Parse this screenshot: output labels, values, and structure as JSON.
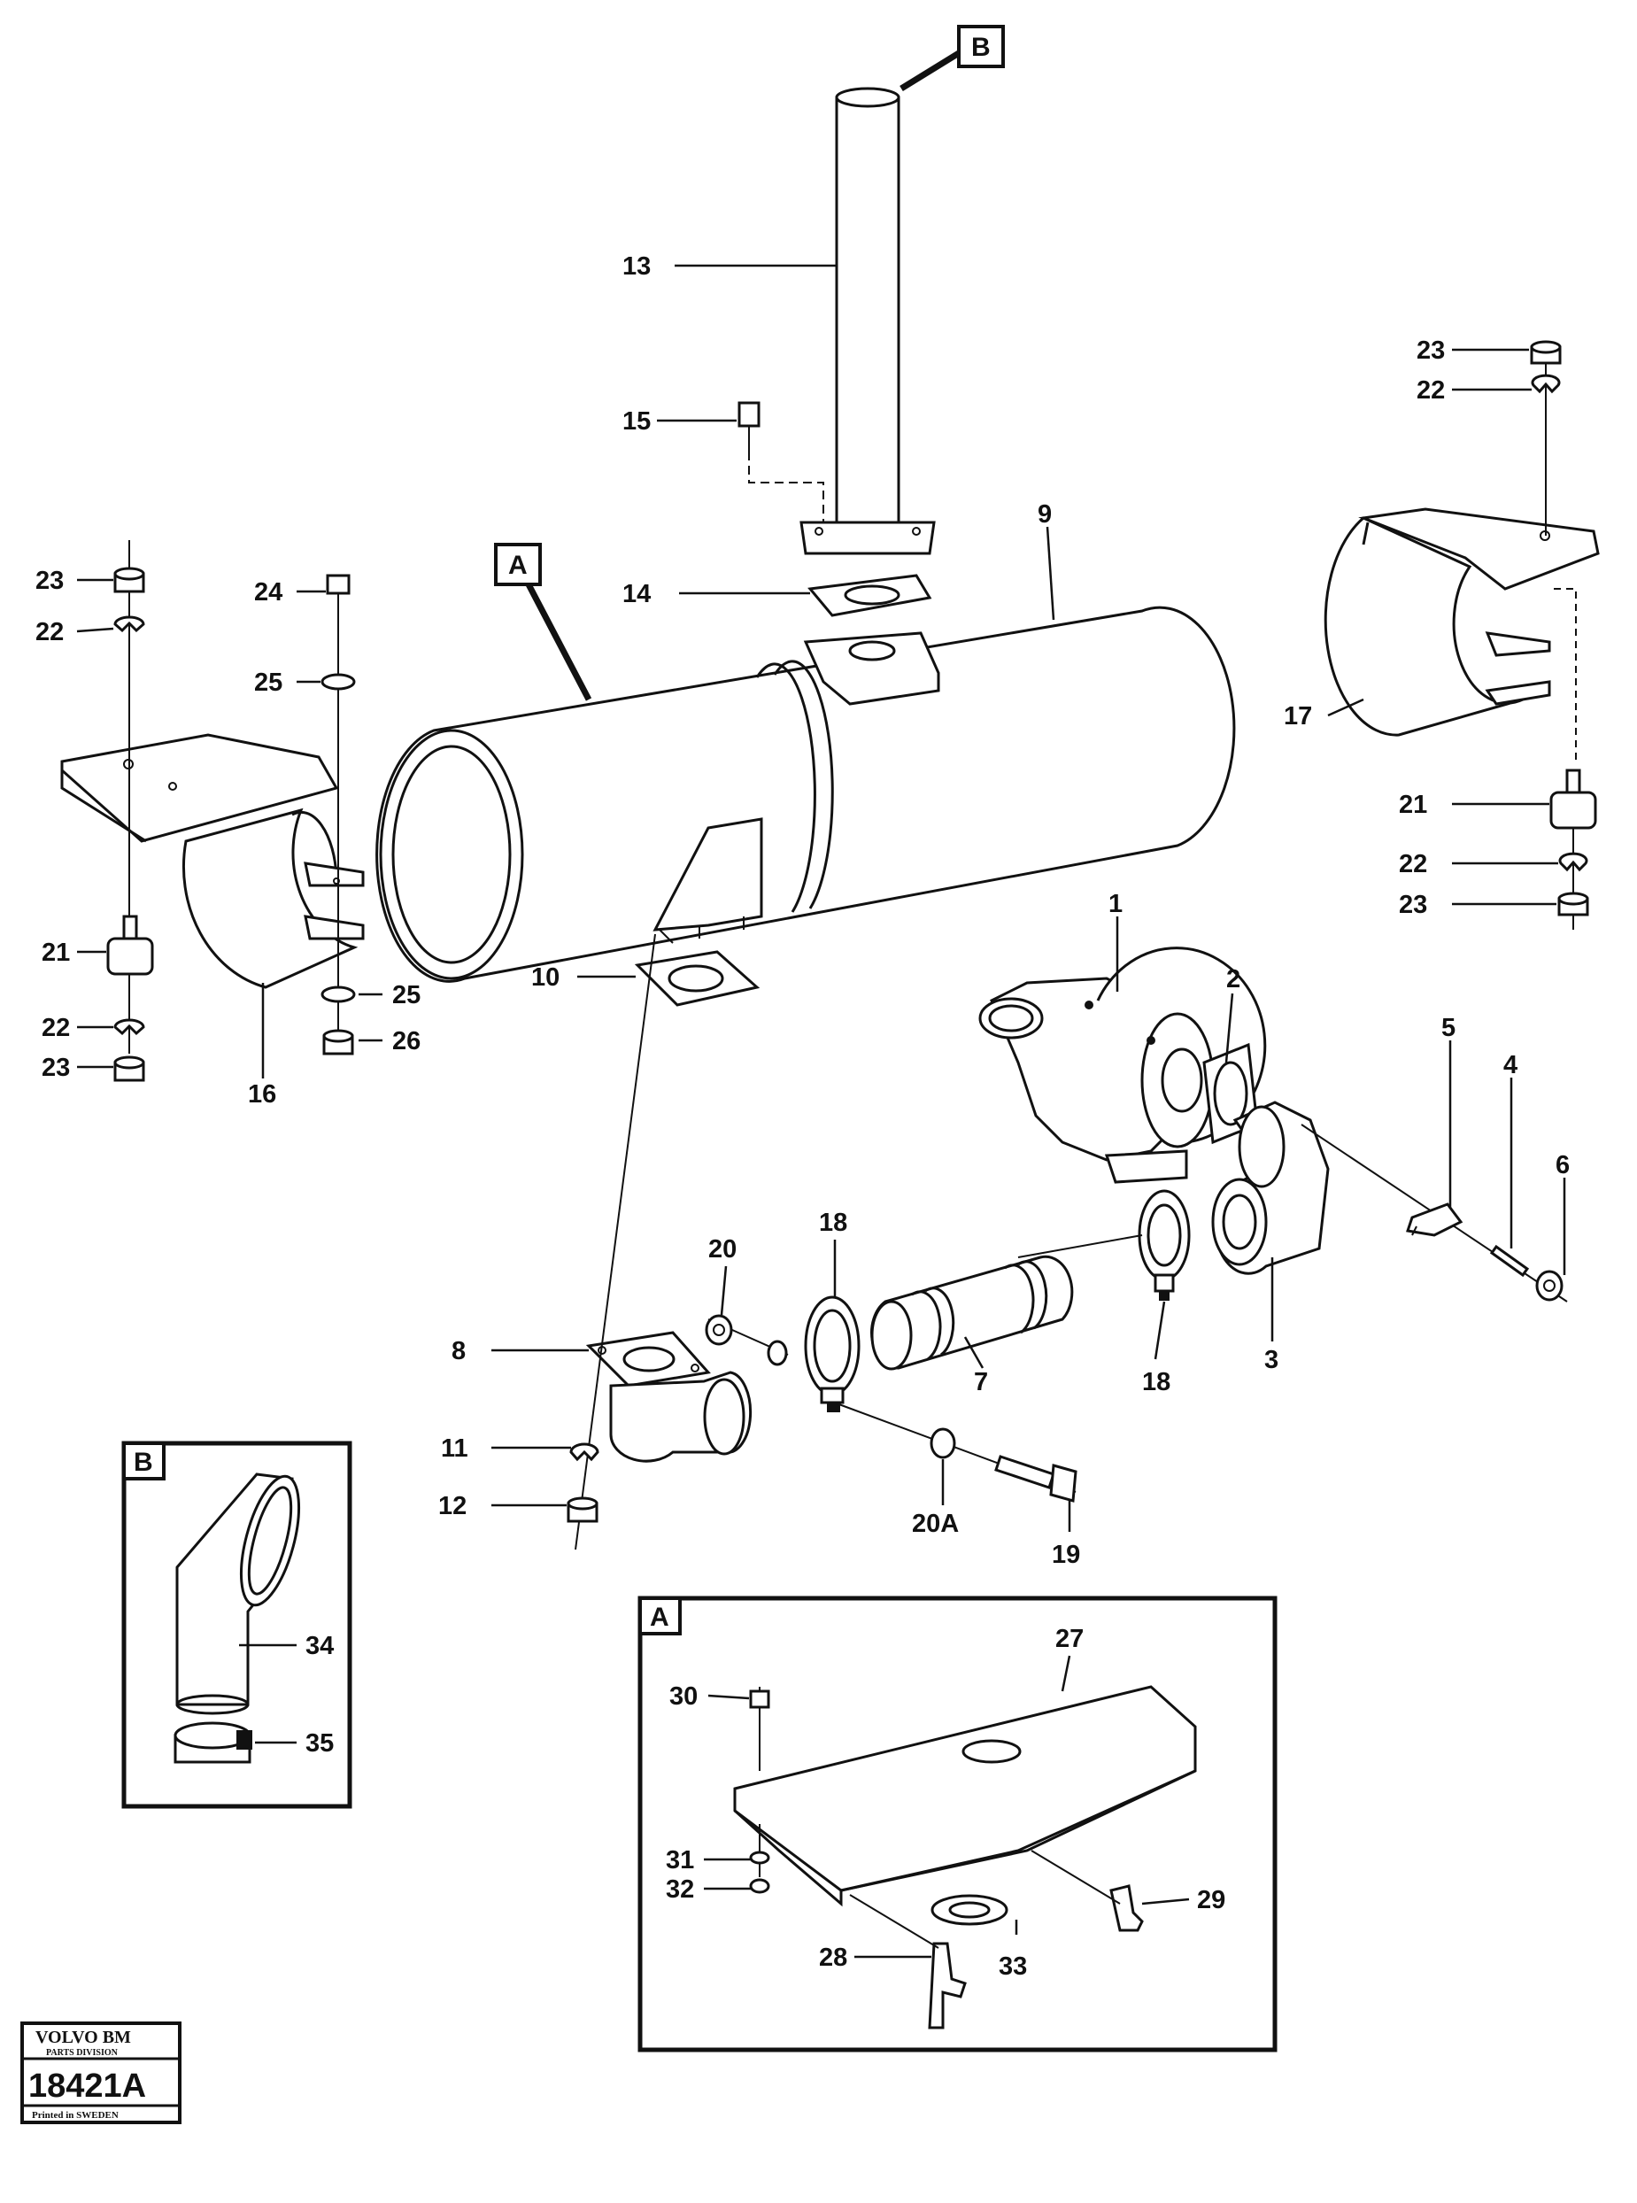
{
  "callouts": {
    "c1": "1",
    "c2": "2",
    "c3": "3",
    "c4": "4",
    "c5": "5",
    "c6": "6",
    "c7": "7",
    "c8": "8",
    "c9": "9",
    "c10": "10",
    "c11": "11",
    "c12": "12",
    "c13": "13",
    "c14": "14",
    "c15": "15",
    "c16": "16",
    "c17": "17",
    "c18a": "18",
    "c18b": "18",
    "c19": "19",
    "c20": "20",
    "c20a": "20A",
    "c21l": "21",
    "c21r": "21",
    "c22l_top": "22",
    "c22l_bot": "22",
    "c22r_top": "22",
    "c22r_bot": "22",
    "c23l_top": "23",
    "c23l_bot": "23",
    "c23r_top": "23",
    "c23r_bot": "23",
    "c24": "24",
    "c25_top": "25",
    "c25_bot": "25",
    "c26": "26",
    "c27": "27",
    "c28": "28",
    "c29": "29",
    "c30": "30",
    "c31": "31",
    "c32": "32",
    "c33": "33",
    "c34": "34",
    "c35": "35"
  },
  "refs": {
    "a_main": "A",
    "b_main": "B",
    "a_detail": "A",
    "b_detail": "B"
  },
  "stamp": {
    "brand": "VOLVO BM",
    "division": "PARTS DIVISION",
    "number": "18421A",
    "footer": "Printed in SWEDEN"
  }
}
